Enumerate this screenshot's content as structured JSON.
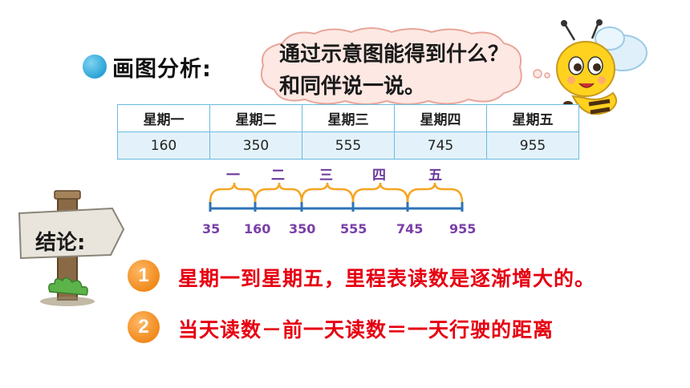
{
  "section": {
    "title": "画图分析:"
  },
  "bubble": {
    "text": "通过示意图能得到什么？和同伴说一说。"
  },
  "table": {
    "headers": [
      "星期一",
      "星期二",
      "星期三",
      "星期四",
      "星期五"
    ],
    "values": [
      "160",
      "350",
      "555",
      "745",
      "955"
    ]
  },
  "number_line": {
    "day_labels": [
      "一",
      "二",
      "三",
      "四",
      "五"
    ],
    "ticks": [
      "35",
      "160",
      "350",
      "555",
      "745",
      "955"
    ]
  },
  "conclusion": {
    "label": "结论:",
    "items": [
      {
        "num": "1",
        "text": "星期一到星期五，里程表读数是逐渐增大的。"
      },
      {
        "num": "2",
        "text": "当天读数－前一天读数＝一天行驶的距离"
      }
    ]
  }
}
